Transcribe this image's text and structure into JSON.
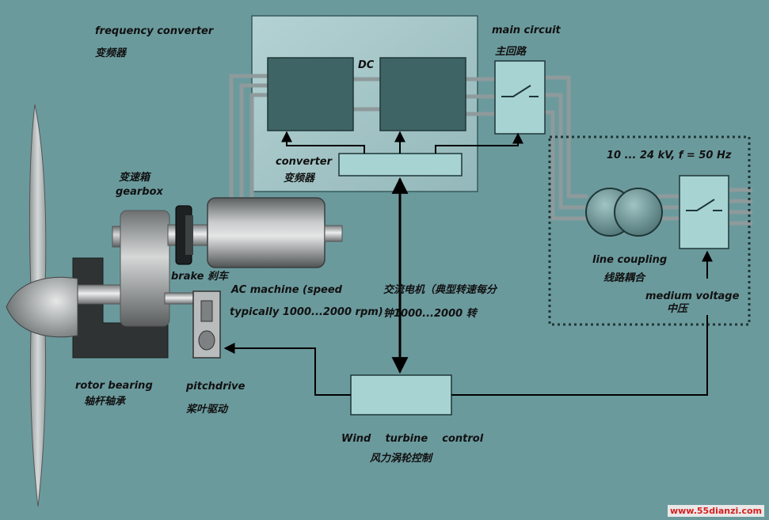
{
  "labels": {
    "frequency_converter_en": "frequency converter",
    "frequency_converter_cn": "变频器",
    "dc": "DC",
    "main_circuit_en": "main circuit",
    "main_circuit_cn": "主回路",
    "converter_en": "converter",
    "converter_cn": "变频器",
    "voltage_spec": "10 ... 24 kV, f = 50 Hz",
    "gearbox_cn": "变速箱",
    "gearbox_en": "gearbox",
    "brake": "brake 刹车",
    "ac_machine_line1": "AC machine (speed",
    "ac_machine_line2": "typically 1000...2000 rpm)",
    "ac_machine_cn_line1": "交流电机（典型转速每分",
    "ac_machine_cn_line2": "钟1000...2000 转",
    "line_coupling_en": "line coupling",
    "line_coupling_cn": "线路耦合",
    "medium_voltage_en": "medium voltage",
    "medium_voltage_cn": "中压",
    "rotor_bearing_en": "rotor bearing",
    "rotor_bearing_cn": "轴杆轴承",
    "pitchdrive_en": "pitchdrive",
    "pitchdrive_cn": "桨叶驱动",
    "wind_turbine_control_en": "Wind    turbine    control",
    "wind_turbine_control_cn": "风力涡轮控制"
  },
  "watermark": "www.55dianzi.com",
  "colors": {
    "background": "#6b9a9d",
    "converter_panel": "#a9c9cb",
    "block_dark": "#3f6466",
    "block_light": "#a7d3d3",
    "machine_gray": "#8f9293",
    "blade": "#b7bcbc",
    "arrow": "#000000",
    "watermark": "#d62020"
  }
}
